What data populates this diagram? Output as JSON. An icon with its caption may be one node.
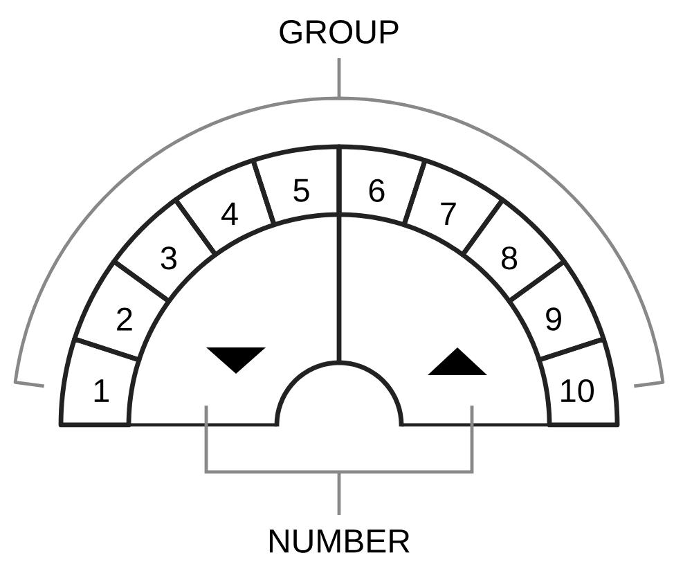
{
  "diagram": {
    "nodes": [
      {
        "text": [
          "1"
        ]
      },
      {
        "text": [
          "2"
        ]
      },
      {
        "text": [
          "3"
        ]
      },
      {
        "text": [
          "4"
        ]
      },
      {
        "text": [
          "5"
        ]
      },
      {
        "text": [
          "6"
        ]
      },
      {
        "text": [
          "7"
        ]
      },
      {
        "text": [
          "8"
        ]
      },
      {
        "text": [
          "9"
        ]
      },
      {
        "text": [
          "10"
        ]
      }
    ],
    "labels": [
      "GROUP",
      "NUMBER"
    ]
  }
}
